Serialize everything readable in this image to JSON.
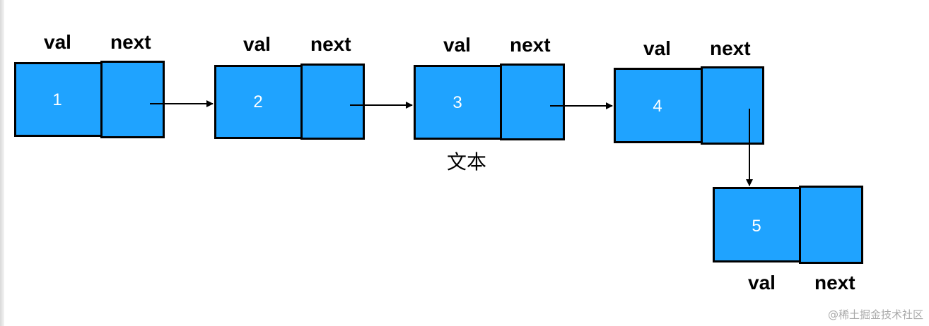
{
  "nodes": [
    {
      "value": "1",
      "val_label": "val",
      "next_label": "next"
    },
    {
      "value": "2",
      "val_label": "val",
      "next_label": "next"
    },
    {
      "value": "3",
      "val_label": "val",
      "next_label": "next"
    },
    {
      "value": "4",
      "val_label": "val",
      "next_label": "next"
    },
    {
      "value": "5",
      "val_label": "val",
      "next_label": "next"
    }
  ],
  "caption": "文本",
  "watermark": "@稀土掘金技术社区",
  "colors": {
    "box_fill": "#1fa3ff",
    "border": "#000000"
  }
}
